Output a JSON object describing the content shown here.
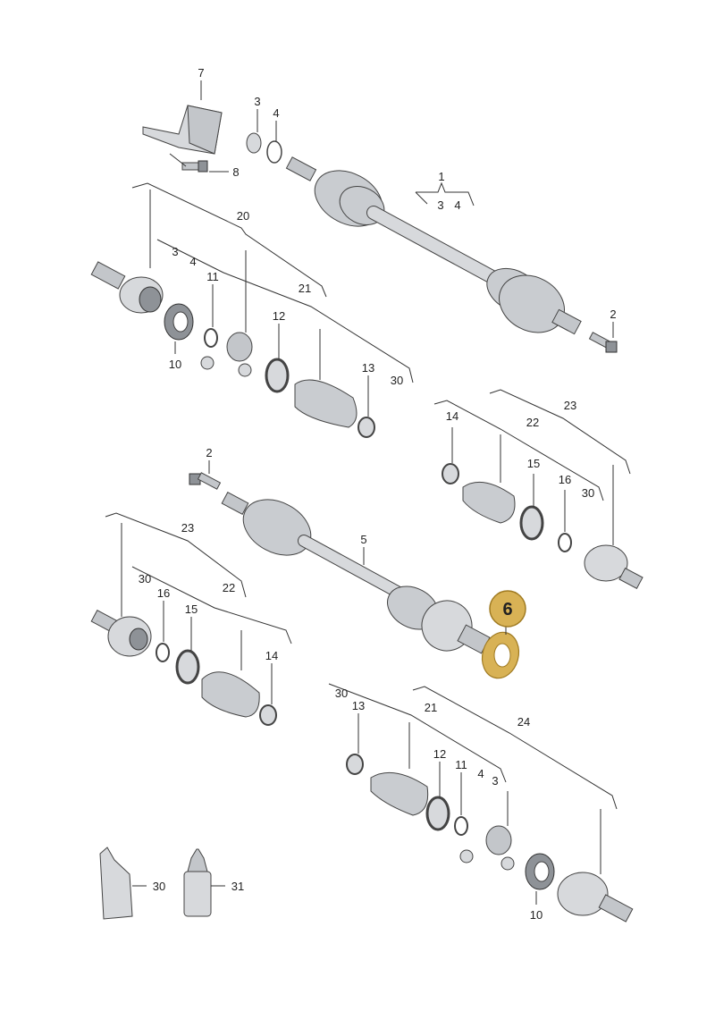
{
  "labels": {
    "l7": "7",
    "l3a": "3",
    "l4a": "4",
    "l8": "8",
    "l1": "1",
    "l3b": "3",
    "l4b": "4",
    "l20": "20",
    "l3c": "3",
    "l4c": "4",
    "l21a": "21",
    "l11a": "11",
    "l12a": "12",
    "l10a": "10",
    "l13a": "13",
    "l30a": "30",
    "l2a": "2",
    "l23a": "23",
    "l22a": "22",
    "l14a": "14",
    "l15a": "15",
    "l16a": "16",
    "l30b": "30",
    "l2b": "2",
    "l5": "5",
    "l6": "6",
    "l23b": "23",
    "l30c": "30",
    "l22b": "22",
    "l16b": "16",
    "l15b": "15",
    "l14b": "14",
    "l30d": "30",
    "l13b": "13",
    "l21b": "21",
    "l24": "24",
    "l12b": "12",
    "l11b": "11",
    "l4d": "4",
    "l3d": "3",
    "l10b": "10",
    "l30e": "30",
    "l31": "31"
  },
  "highlight": {
    "part_number": "6",
    "color": "#d8b255"
  }
}
